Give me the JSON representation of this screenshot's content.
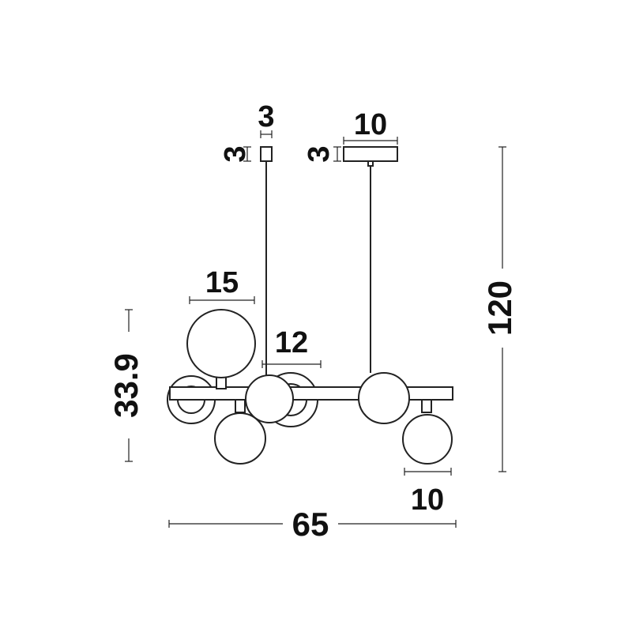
{
  "dimensions": {
    "canopy_small_width": "3",
    "canopy_small_height": "3",
    "canopy_large_width": "10",
    "canopy_large_height": "3",
    "large_globe_diameter": "15",
    "medium_globe_diameter": "12",
    "small_globe_diameter": "10",
    "body_height": "33.9",
    "total_width": "65",
    "total_height": "120"
  },
  "colors": {
    "line": "#222222",
    "background": "#ffffff"
  }
}
